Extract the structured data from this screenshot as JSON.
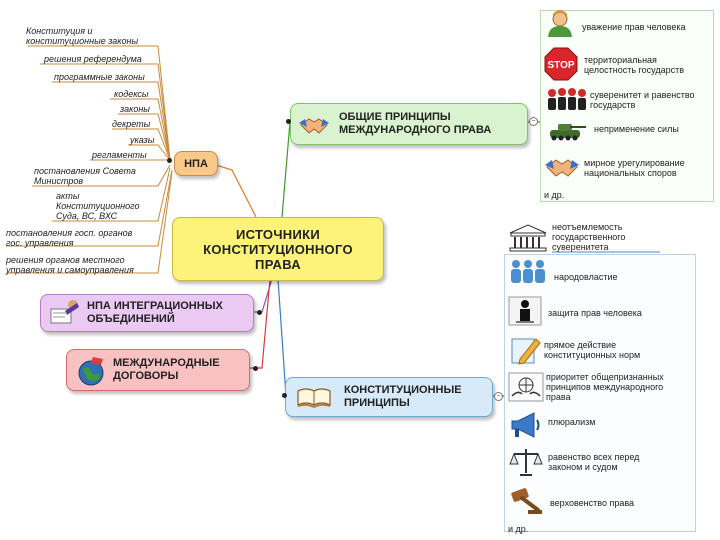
{
  "central": "ИСТОЧНИКИ\nКОНСТИТУЦИОННОГО\nПРАВА",
  "npa": {
    "label": "НПА",
    "items": [
      "Конституция и\nконституционные законы",
      "решения референдума",
      "программные законы",
      "кодексы",
      "законы",
      "декреты",
      "указы",
      "регламенты",
      "постановления Совета\nМинистров",
      "акты\nКонституционного\nСуда, ВС, ВХС",
      "постановления госп. органов\nгос. управления",
      "решения органов местного\nуправления и самоуправления"
    ]
  },
  "general_principles": {
    "label": "ОБЩИЕ ПРИНЦИПЫ\nМЕЖДУНАРОДНОГО ПРАВА",
    "items": [
      "уважение прав человека",
      "территориальная\nцелостность государств",
      "суверенитет и равенство\nгосударств",
      "неприменение силы",
      "мирное урегулирование\nнациональных споров"
    ],
    "stop_sign": "STOP",
    "etc": "и др."
  },
  "integration_npa": {
    "label": "НПА ИНТЕГРАЦИОННЫХ\nОБЪЕДИНЕНИЙ"
  },
  "intl_treaties": {
    "label": "МЕЖДУНАРОДНЫЕ\nДОГОВОРЫ"
  },
  "const_principles": {
    "label": "КОНСТИТУЦИОННЫЕ\nПРИНЦИПЫ",
    "items": [
      "неотъемлемость\nгосударственного\nсуверенитета",
      "народовластие",
      "защита прав человека",
      "прямое действие\nконституционных норм",
      "приоритет общепризнанных\nпринципов международного\nправа",
      "плюрализм",
      "равенство всех перед\nзаконом и судом",
      "верховенство права"
    ],
    "etc": "и др."
  },
  "colors": {
    "central": "#fdf37a",
    "npa": "#f9c98c",
    "general": "#d9f2cf",
    "integration": "#eac9f3",
    "intl": "#f9c2c2",
    "constitutional": "#d6eaf9"
  }
}
